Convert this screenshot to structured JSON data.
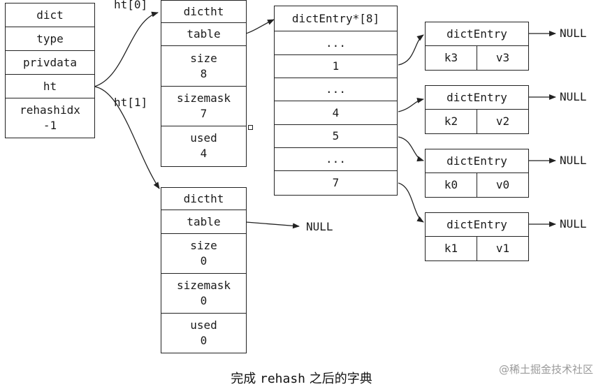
{
  "dict": {
    "fields": [
      "dict",
      "type",
      "privdata",
      "ht",
      "rehashidx\n-1"
    ]
  },
  "labels": {
    "ht0": "ht[0]",
    "ht1": "ht[1]",
    "null": "NULL"
  },
  "ht0": {
    "cells": [
      "dictht",
      "table",
      "size\n8",
      "sizemask\n7",
      "used\n4"
    ]
  },
  "ht1": {
    "cells": [
      "dictht",
      "table",
      "size\n0",
      "sizemask\n0",
      "used\n0"
    ]
  },
  "bucket_array": {
    "title": "dictEntry*[8]",
    "slots": [
      "...",
      "1",
      "...",
      "4",
      "5",
      "...",
      "7"
    ]
  },
  "entries": [
    {
      "title": "dictEntry",
      "key": "k3",
      "value": "v3"
    },
    {
      "title": "dictEntry",
      "key": "k2",
      "value": "v2"
    },
    {
      "title": "dictEntry",
      "key": "k0",
      "value": "v0"
    },
    {
      "title": "dictEntry",
      "key": "k1",
      "value": "v1"
    }
  ],
  "caption": {
    "prefix": "完成 ",
    "mono": "rehash",
    "suffix": " 之后的字典"
  },
  "watermark": "@稀土掘金技术社区"
}
